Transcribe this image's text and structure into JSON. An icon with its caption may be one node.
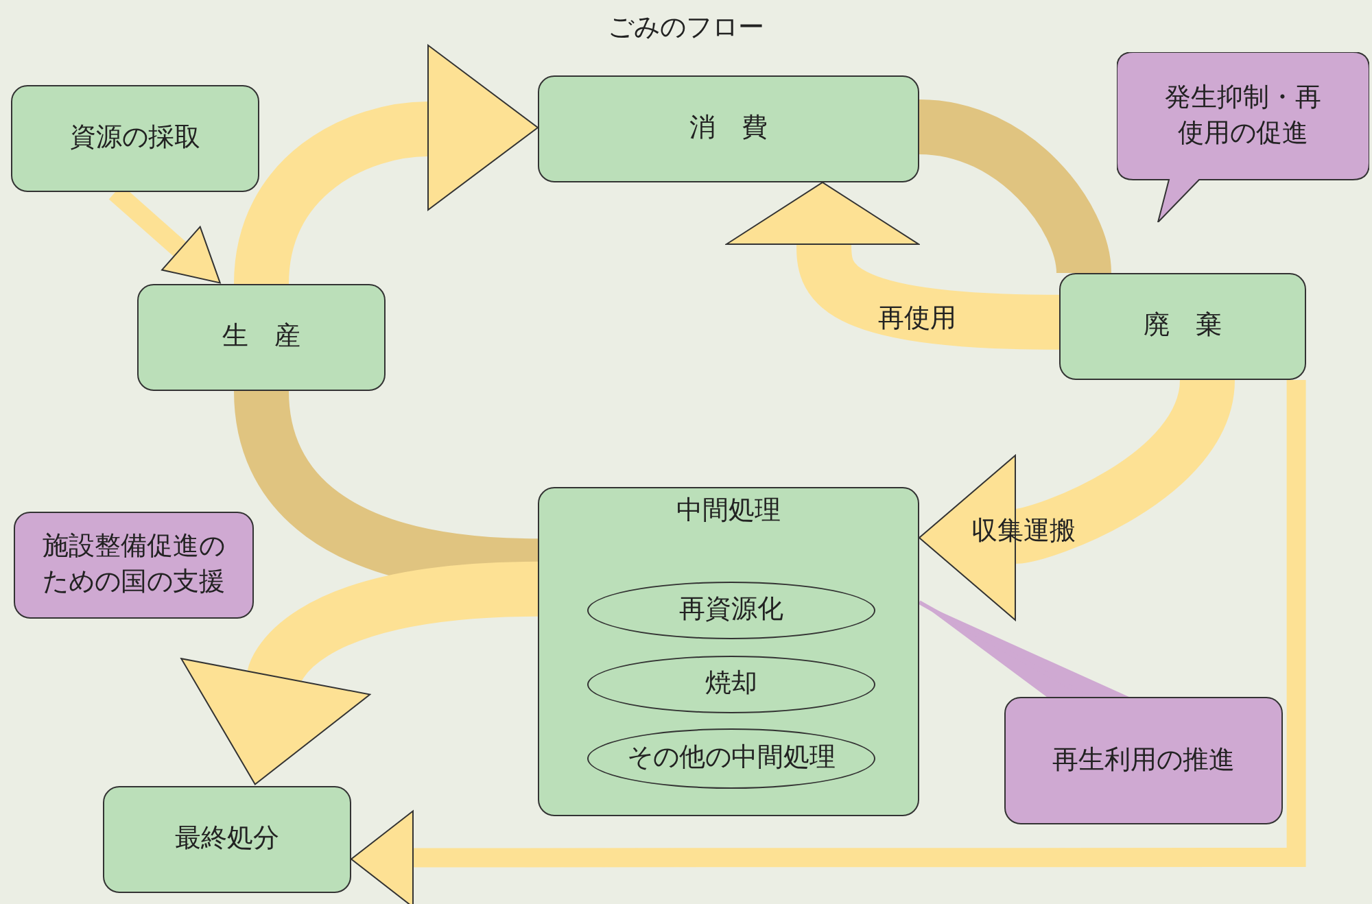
{
  "diagram": {
    "title": "ごみのフロー",
    "nodes": [
      {
        "text": [
          "資源の採取"
        ]
      },
      {
        "text": [
          "消　費"
        ]
      },
      {
        "text": [
          "発生抑制・再使用の促進"
        ]
      },
      {
        "text": [
          "生　産"
        ]
      },
      {
        "text": [
          "廃　棄"
        ]
      },
      {
        "text": [
          "施設整備促進のための国の支援"
        ]
      },
      {
        "text": [
          "中間処理"
        ]
      },
      {
        "text": [
          "再資源化"
        ],
        "in": 6
      },
      {
        "text": [
          "焼却"
        ],
        "in": 6
      },
      {
        "text": [
          "その他の中間処理"
        ],
        "in": 6
      },
      {
        "text": [
          "再生利用の推進"
        ]
      },
      {
        "text": [
          "最終処分"
        ]
      }
    ],
    "edges": [
      {
        "from": 0,
        "to": 3,
        "arrow": "to"
      },
      {
        "from": 3,
        "to": 1,
        "arrow": "to"
      },
      {
        "from": 1,
        "to": 4,
        "arrow": "none",
        "color": "#e0c480"
      },
      {
        "from": 4,
        "to": 1,
        "arrow": "to",
        "label": "再使用"
      },
      {
        "from": 4,
        "to": 6,
        "arrow": "to",
        "label": "収集運搬"
      },
      {
        "from": 6,
        "to": 3,
        "arrow": "none",
        "color": "#e0c480"
      },
      {
        "from": 6,
        "to": 11,
        "arrow": "to"
      },
      {
        "from": 4,
        "to": 11,
        "arrow": "to"
      },
      {
        "from": 10,
        "to": 6,
        "arrow": "none",
        "color": "#cfa9d2"
      }
    ]
  }
}
